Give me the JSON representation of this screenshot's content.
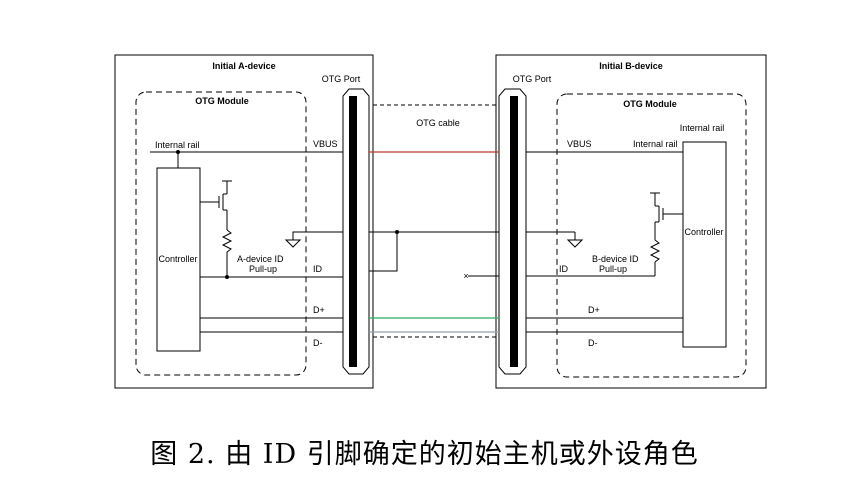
{
  "labels": {
    "device_a_title": "Initial A-device",
    "device_b_title": "Initial B-device",
    "otg_module": "OTG Module",
    "otg_port": "OTG Port",
    "otg_cable": "OTG cable",
    "internal_rail": "Internal rail",
    "vbus": "VBUS",
    "controller": "Controller",
    "a_device_id": "A-device  ID",
    "b_device_id": "B-device  ID",
    "pull_up": "Pull-up",
    "id": "ID",
    "dplus": "D+",
    "dminus": "D-",
    "no_connect": "×"
  },
  "caption": "图 2. 由 ID 引脚确定的初始主机或外设角色",
  "colors": {
    "vbus_wire": "#c0392b",
    "dplus_wire": "#27ae60",
    "dminus_wire": "#95a5a6",
    "line": "#000000"
  }
}
